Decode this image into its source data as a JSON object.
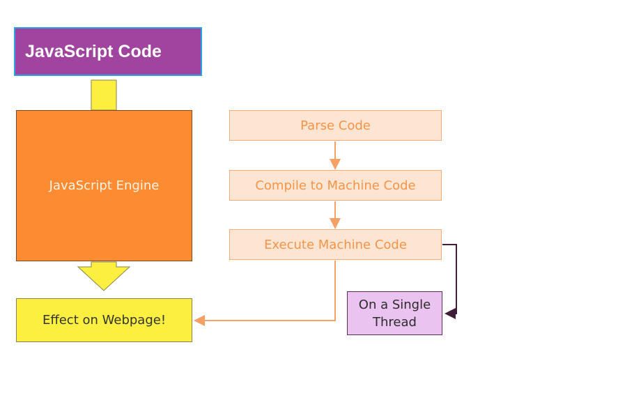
{
  "diagram": {
    "js_code_label": "JavaScript Code",
    "engine_label": "JavaScript Engine",
    "effect_label": "Effect on Webpage!",
    "steps": [
      {
        "label": "Parse Code"
      },
      {
        "label": "Compile to Machine Code"
      },
      {
        "label": "Execute Machine Code"
      }
    ],
    "thread_label": "On a Single\nThread"
  },
  "colors": {
    "code_box": "#a044a0",
    "engine_box": "#fd8b32",
    "effect_box": "#fcef3f",
    "step_box": "#fde5d3",
    "thread_box": "#ebc3f0",
    "arrow_orange": "#f6a066",
    "arrow_dark": "#3d1f3a",
    "yellow_arrow": "#fcef3f"
  }
}
